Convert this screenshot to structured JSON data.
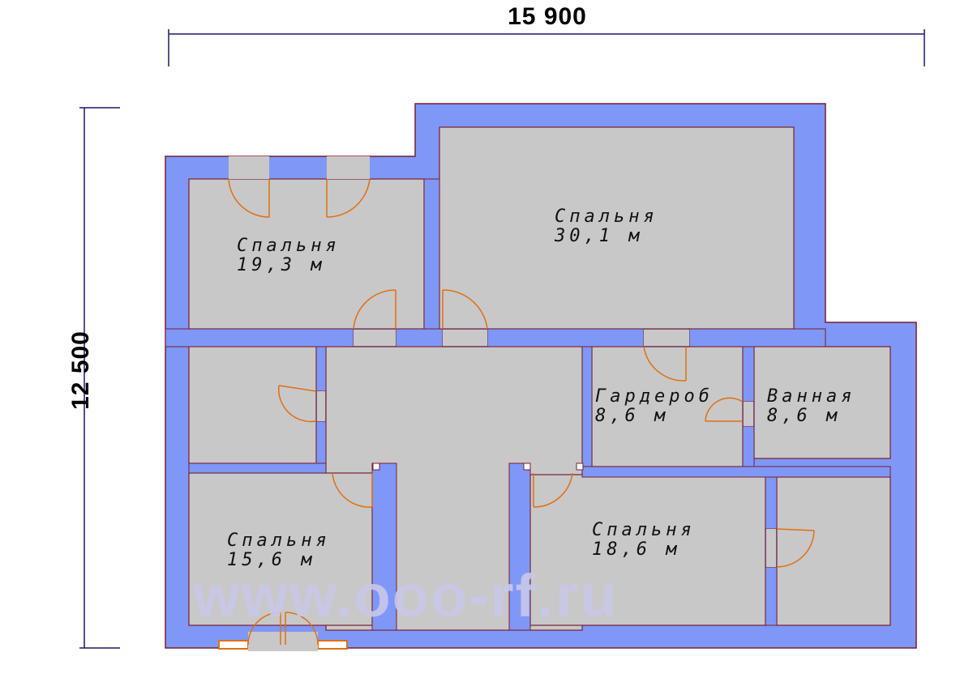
{
  "dimensions": {
    "width_label": "15 900",
    "height_label": "12 500"
  },
  "rooms": [
    {
      "name": "Спальня",
      "area": "19,3 м"
    },
    {
      "name": "Спальня",
      "area": "30,1 м"
    },
    {
      "name": "Гардероб",
      "area": "8,6 м"
    },
    {
      "name": "Ванная",
      "area": "8,6 м"
    },
    {
      "name": "Спальня",
      "area": "15,6 м"
    },
    {
      "name": "Спальня",
      "area": "18,6 м"
    }
  ],
  "watermark": "www.ooo-rf.ru",
  "colors": {
    "wall": "#7f97f7",
    "floor": "#c8c8c8",
    "door": "#e07010",
    "outline": "#7a1f2e"
  }
}
